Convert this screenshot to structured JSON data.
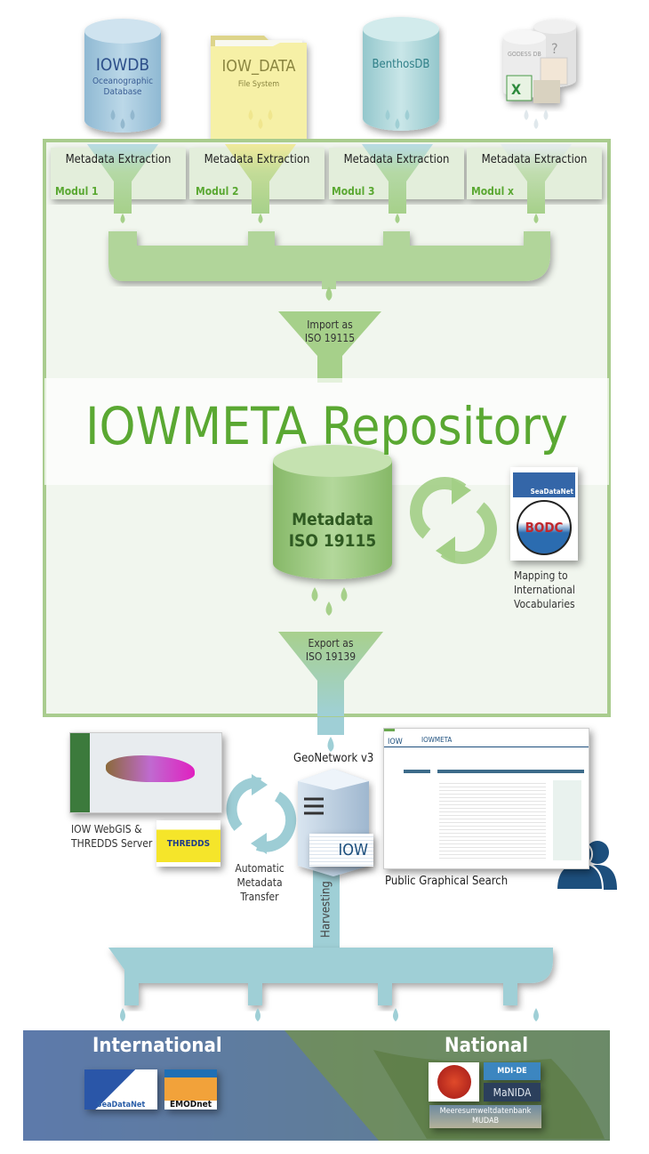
{
  "sources": [
    {
      "name": "IOWDB",
      "subtitle": "Oceanographic Database",
      "color": "#b9d6e6"
    },
    {
      "name": "IOW_DATA",
      "subtitle": "File System",
      "color": "#f4eea0"
    },
    {
      "name": "BenthosDB",
      "subtitle": "",
      "color": "#bfe0e3"
    },
    {
      "name": "GODESS DB",
      "subtitle": "",
      "color": "#e6e6e6"
    }
  ],
  "modules": [
    {
      "title": "Metadata Extraction",
      "label": "Modul 1"
    },
    {
      "title": "Metadata Extraction",
      "label": "Modul 2"
    },
    {
      "title": "Metadata Extraction",
      "label": "Modul 3"
    },
    {
      "title": "Metadata Extraction",
      "label": "Modul x"
    }
  ],
  "import_funnel": {
    "line1": "Import as",
    "line2": "ISO 19115"
  },
  "repository_title": "IOWMETA Repository",
  "metadata_db": {
    "line1": "Metadata",
    "line2": "ISO 19115"
  },
  "vocab": {
    "logo1": "SeaDataNet",
    "logo2": "BODC",
    "line1": "Mapping to",
    "line2": "International",
    "line3": "Vocabularies"
  },
  "export_funnel": {
    "line1": "Export as",
    "line2": "ISO 19139"
  },
  "geonetwork_label": "GeoNetwork v3",
  "iow_logo": "IOW",
  "webgis": {
    "line1": "IOW WebGIS &",
    "line2": "THREDDS Server",
    "thredds_logo": "THREDDS"
  },
  "transfer": {
    "line1": "Automatic",
    "line2": "Metadata",
    "line3": "Transfer"
  },
  "search": {
    "app_title": "IOWMETA",
    "label": "Public Graphical Search"
  },
  "harvesting_label": "Harvesting",
  "international": {
    "title": "International",
    "logos": [
      "SeaDataNet",
      "EMODnet"
    ]
  },
  "national": {
    "title": "National",
    "logos": [
      "MDI-DE",
      "MaNIDA",
      "Meeresumweltdatenbank",
      "MUDAB"
    ]
  },
  "colors": {
    "green": "#5aa832",
    "frame": "#a9cc8e",
    "panel": "#f1f6ee",
    "blue_pipe": "#9fcfd6",
    "funnel_green": "#a8d08d"
  }
}
